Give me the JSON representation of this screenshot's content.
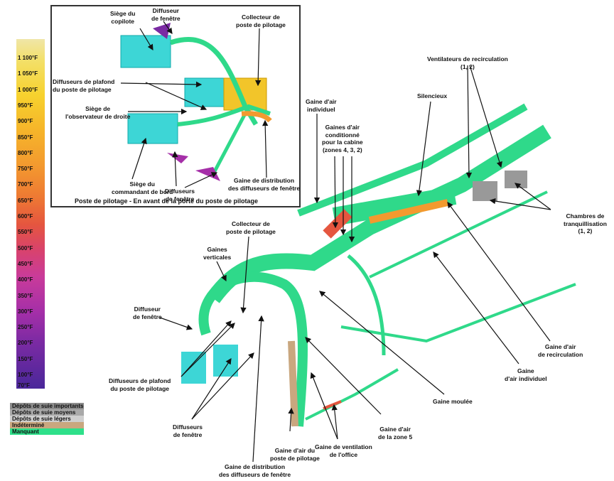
{
  "temperature_scale": {
    "unit": "°F",
    "ticks": [
      "1 100°F",
      "1 050°F",
      "1 000°F",
      "950°F",
      "900°F",
      "850°F",
      "800°F",
      "750°F",
      "700°F",
      "650°F",
      "600°F",
      "550°F",
      "500°F",
      "450°F",
      "400°F",
      "350°F",
      "300°F",
      "250°F",
      "200°F",
      "150°F",
      "100°F",
      "70°F"
    ]
  },
  "legend": [
    {
      "label": "Dépôts de suie importants",
      "color": "#8c8c8c"
    },
    {
      "label": "Dépôts de suie moyens",
      "color": "#a9a9a9"
    },
    {
      "label": "Dépôts de suie légers",
      "color": "#cfcfcf"
    },
    {
      "label": "Indéterminé",
      "color": "#c9a77f"
    },
    {
      "label": "Manquant",
      "color": "#2ee08a"
    }
  ],
  "colors": {
    "duct": "#2fd98a",
    "seat": "#3dd6d6",
    "arrow": "#111111"
  },
  "inset": {
    "caption": "Poste de pilotage - En avant de la porte du poste de pilotage",
    "labels": {
      "copilot_seat": "Siège du\ncopilote",
      "window_diffuser": "Diffuseur\nde fenêtre",
      "flight_deck_manifold": "Collecteur de\nposte de pilotage",
      "ceiling_diffusers": "Diffuseurs de plafond\ndu poste de pilotage",
      "observer_seat": "Siège de\nl'observateur de droite",
      "captain_seat": "Siège du\ncommandant de bord",
      "window_diffusers": "Diffuseurs\nde fenêtre",
      "window_diffuser_distribution": "Gaine de distribution\ndes diffuseurs de fenêtre"
    }
  },
  "main": {
    "labels": {
      "individual_air_duct_top": "Gaine d'air\nindividuel",
      "cabin_conditioned_ducts": "Gaines d'air\nconditionné\npour la cabine\n(zones 4, 3, 2)",
      "silencer": "Silencieux",
      "recirc_fans": "Ventilateurs de recirculation\n(1, 2)",
      "plenums": "Chambres de\ntranquillisation\n(1, 2)",
      "flight_deck_manifold": "Collecteur de\nposte de pilotage",
      "vertical_ducts": "Gaines\nverticales",
      "window_diffuser": "Diffuseur\nde fenêtre",
      "ceiling_diffusers": "Diffuseurs de plafond\ndu poste de pilotage",
      "window_diffusers": "Diffuseurs\nde fenêtre",
      "window_diffuser_distribution": "Gaine de distribution\ndes diffuseurs de fenêtre",
      "flight_deck_air_duct": "Gaine d'air du\nposte de pilotage",
      "galley_vent_duct": "Gaine de ventilation\nde l'office",
      "zone5_air_duct": "Gaine d'air\nde la zone 5",
      "molded_duct": "Gaine moulée",
      "individual_air_duct": "Gaine\nd'air individuel",
      "recirc_air_duct": "Gaine d'air\nde recirculation"
    }
  }
}
